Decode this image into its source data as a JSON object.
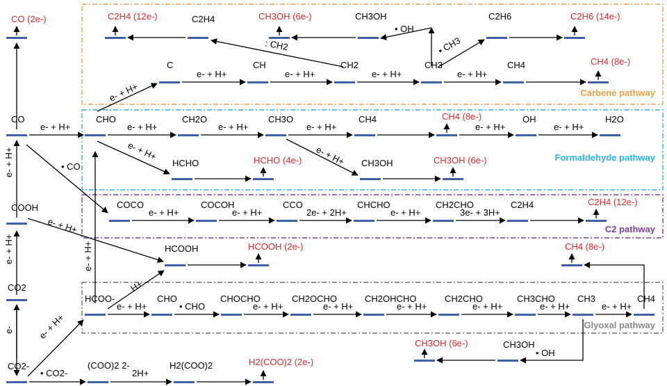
{
  "colors": {
    "level_bar": "#3f5fa8",
    "product_text": "#e8262b",
    "carbene_box": "#f0a04b",
    "carbene_text": "#f0a04b",
    "formaldehyde_box": "#2bb5e6",
    "formaldehyde_text": "#2bb5e6",
    "c2_box": "#7a3fa0",
    "c2_text": "#7a3fa0",
    "glyoxal_box": "#6e6e6e",
    "glyoxal_text": "#8a8a8a",
    "arrow": "#000000"
  },
  "pathways": {
    "carbene": "Carbene pathway",
    "formaldehyde": "Formaldehyde pathway",
    "c2": "C2 pathway",
    "glyoxal": "Glyoxal pathway"
  },
  "species": {
    "co_2e": "CO (2e-)",
    "co": "CO",
    "cooh": "COOH",
    "co2": "CO2",
    "co2_anion": "CO2-",
    "c2h4_12e_top": "C2H4 (12e-)",
    "c2h4_top": "C2H4",
    "ch3oh_6e_top": "CH3OH (6e-)",
    "ch3oh_top": "CH3OH",
    "c2h6": "C2H6",
    "c2h6_14e": "C2H6 (14e-)",
    "c": "C",
    "ch": "CH",
    "ch2": "CH2",
    "ch3": "CH3",
    "ch4_carbene": "CH4",
    "ch4_8e_carbene": "CH4 (8e-)",
    "cho_form": "CHO",
    "ch2o": "CH2O",
    "ch3o": "CH3O",
    "ch4_form": "CH4",
    "ch4_8e_form": "CH4 (8e-)",
    "oh": "OH",
    "h2o": "H2O",
    "hcho": "HCHO",
    "hcho_4e": "HCHO (4e-)",
    "ch3oh_form": "CH3OH",
    "ch3oh_6e_form": "CH3OH (6e-)",
    "coco": "COCO",
    "cocoh": "COCOH",
    "cco": "CCO",
    "chcho": "CHCHO",
    "ch2cho_c2": "CH2CHO",
    "c2h4_c2": "C2H4",
    "c2h4_12e_c2": "C2H4 (12e-)",
    "hcooh": "HCOOH",
    "hcooh_2e": "HCOOH (2e-)",
    "ch4_8e_gly": "CH4 (8e-)",
    "hcoo": "HCOO-",
    "cho_gly": "CHO",
    "chocho": "CHOCHO",
    "ch2ocho": "CH2OCHO",
    "ch2ohcho": "CH2OHCHO",
    "ch2cho_gly": "CH2CHO",
    "ch3cho": "CH3CHO",
    "ch3_gly": "CH3",
    "ch4_gly": "CH4",
    "ch3oh_6e_bottom": "CH3OH (6e-)",
    "ch3oh_bottom": "CH3OH",
    "cooo": "(COO)2 2-",
    "h2cooo": "H2(COO)2",
    "h2cooo_2e": "H2(COO)2 (2e-)"
  },
  "steps": {
    "e_h": "e- + H+",
    "oh_radical": "• OH",
    "ch3_radical": "• CH3",
    "ch2_radical": ": CH2",
    "co_radical": "• CO",
    "cho_radical": "• CHO",
    "co2_radical": "• CO2-",
    "two_e_two_h": "2e- + 2H+",
    "three_e_three_h": "3e- + 3H+",
    "two_h": "2H+",
    "h_plus": "H+",
    "e_minus": "e-"
  }
}
